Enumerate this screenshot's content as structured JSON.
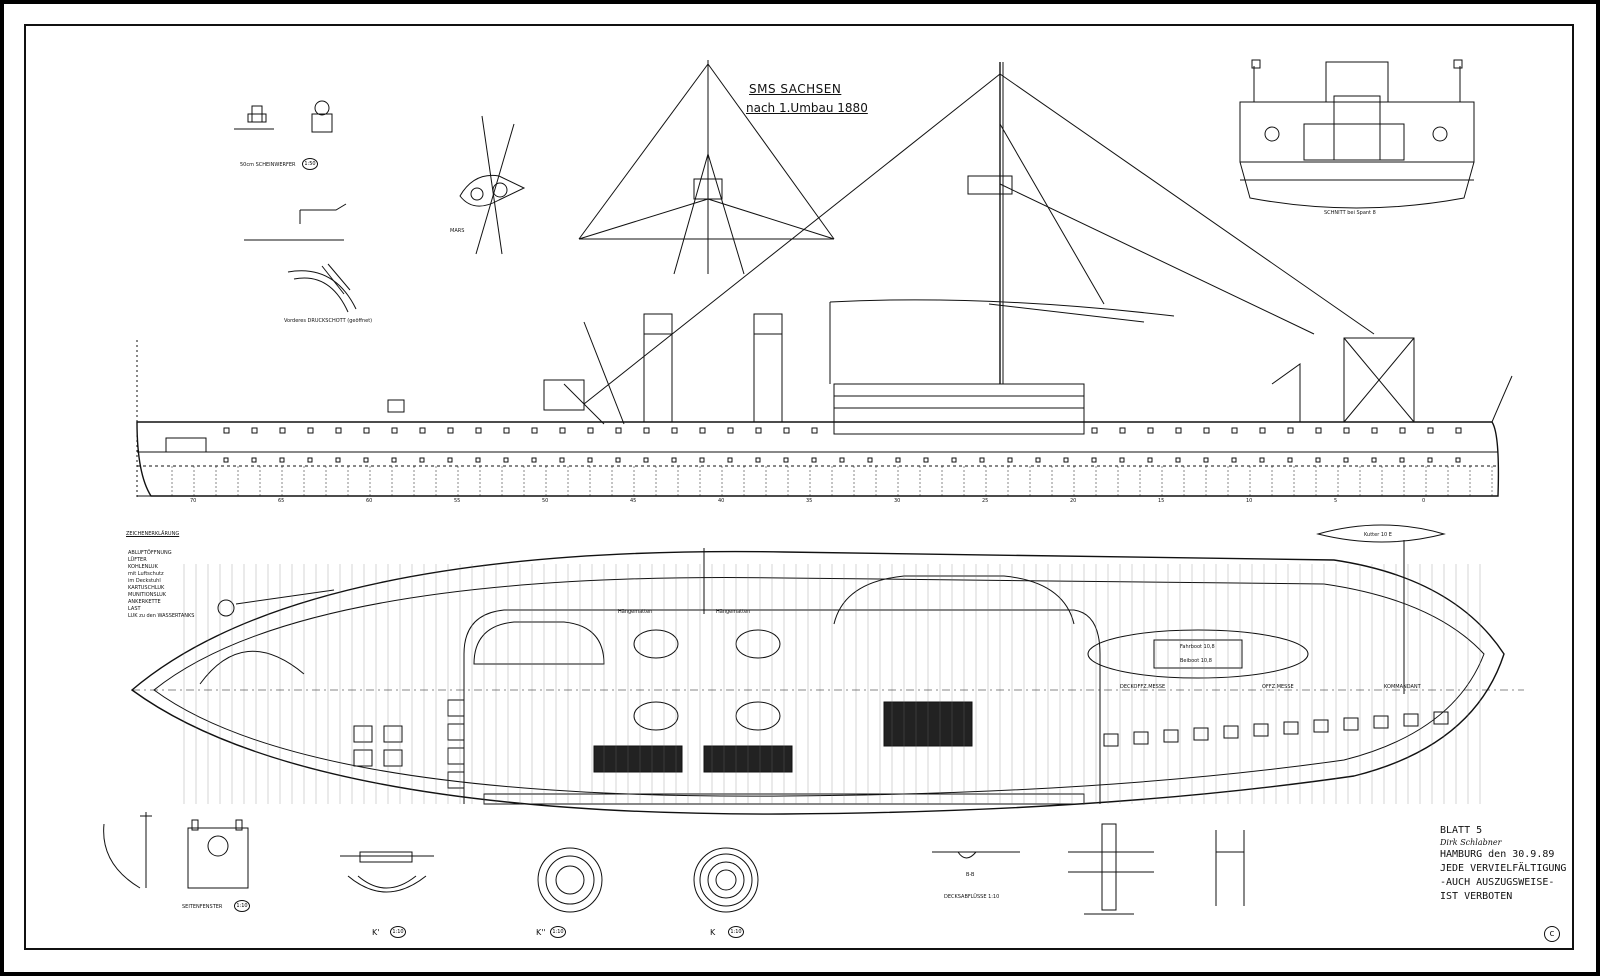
{
  "title": {
    "line1": "SMS SACHSEN",
    "line2": "nach 1.Umbau 1880"
  },
  "labels": {
    "searchlight": "50cm SCHEINWERFER",
    "bulkhead": "Vorderes DRUCKSCHOTT (geöffnet)",
    "mars": "MARS",
    "section": "SCHNITT bei Spant 8",
    "side_window": "SEITENFENSTER",
    "deck_drain": "DECKSABFLÜSSE 1:10",
    "section_bb": "B-B",
    "k1": "K'",
    "k2": "K''",
    "k3": "K",
    "cutter": "Kutter 10 E",
    "wardroom": "DECKOFFZ.MESSE",
    "officers_mess": "OFFZ.MESSE",
    "commandant": "KOMMANDANT",
    "boat1": "Fahrboot 10,8",
    "boat2": "Beiboot 10,8",
    "hatch1": "Hängematten",
    "hatch2": "Hängematten"
  },
  "scales": {
    "s1": "1:50",
    "s2": "1:10",
    "s3": "1:10",
    "s4": "1:10",
    "s5": "1:10"
  },
  "legend": {
    "heading": "ZEICHENERKLÄRUNG",
    "items": [
      "ABLUFTÖFFNUNG",
      "LÜFTER",
      "KOHLENLUK",
      "mit Luftschutz",
      "im Deckstuhl",
      "KARTUSCHLUK",
      "MUNITIONSLUK",
      "ANKERKETTE",
      "LAST",
      "LUK zu den WASSERTANKS"
    ]
  },
  "frame_numbers": [
    "70",
    "65",
    "60",
    "55",
    "50",
    "45",
    "40",
    "35",
    "30",
    "25",
    "20",
    "15",
    "10",
    "5",
    "0"
  ],
  "blatt": {
    "line1": "BLATT 5",
    "signature": "Dirk Schlabner",
    "line2": "HAMBURG den 30.9.89",
    "line3": "JEDE VERVIELFÄLTIGUNG",
    "line4": "-AUCH AUSZUGSWEISE-",
    "line5": "IST VERBOTEN"
  },
  "copyright": "c"
}
